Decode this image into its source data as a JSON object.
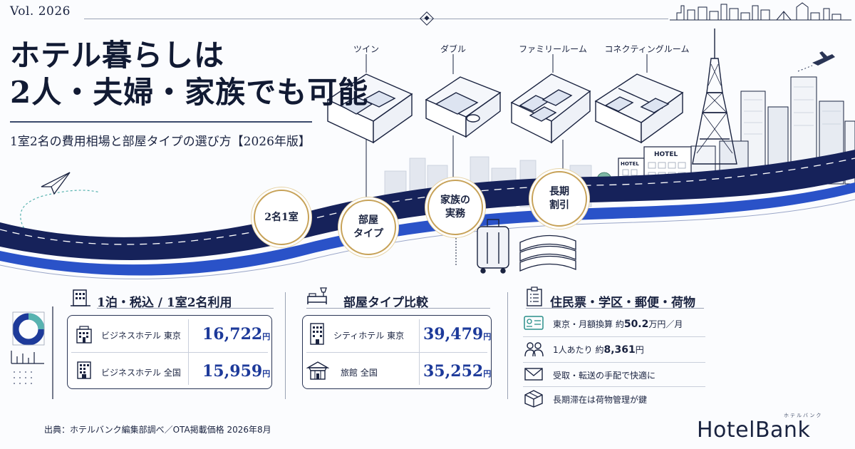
{
  "header": {
    "volume": "Vol. 2026",
    "title_line1": "ホテル暮らしは",
    "title_line2": "2人・夫婦・家族でも可能",
    "subtitle": "1室2名の費用相場と部屋タイプの選び方【2026年版】"
  },
  "room_types": [
    "ツイン",
    "ダブル",
    "ファミリールーム",
    "コネクティングルーム"
  ],
  "milestones": [
    "2名1室",
    "部屋\nタイプ",
    "家族の\n実務",
    "長期\n割引"
  ],
  "hotel_sign": "HOTEL",
  "price_section": {
    "heading": "1泊・税込 / 1室2名利用",
    "rows": [
      {
        "label": "ビジネスホテル 東京",
        "price": "16,722",
        "unit": "円"
      },
      {
        "label": "ビジネスホテル 全国",
        "price": "15,959",
        "unit": "円"
      }
    ]
  },
  "room_section": {
    "heading": "部屋タイプ比較",
    "rows": [
      {
        "label": "シティホテル 東京",
        "price": "39,479",
        "unit": "円"
      },
      {
        "label": "旅館 全国",
        "price": "35,252",
        "unit": "円"
      }
    ]
  },
  "life_section": {
    "heading": "住民票・学区・郵便・荷物",
    "items": [
      {
        "prefix": "東京・月額換算 約",
        "value": "50.2",
        "suffix": "万円／月"
      },
      {
        "prefix": "1人あたり 約",
        "value": "8,361",
        "suffix": "円"
      },
      {
        "prefix": "受取・転送の手配で快適に",
        "value": "",
        "suffix": ""
      },
      {
        "prefix": "長期滞在は荷物管理が鍵",
        "value": "",
        "suffix": ""
      }
    ]
  },
  "source": "出典：ホテルバンク編集部調べ／OTA掲載価格 2026年8月",
  "logo": {
    "text": "HotelBank",
    "kana": "ホテルバンク"
  },
  "colors": {
    "navy": "#1a2340",
    "blue": "#1d3a9a",
    "gold": "#c7a258"
  }
}
